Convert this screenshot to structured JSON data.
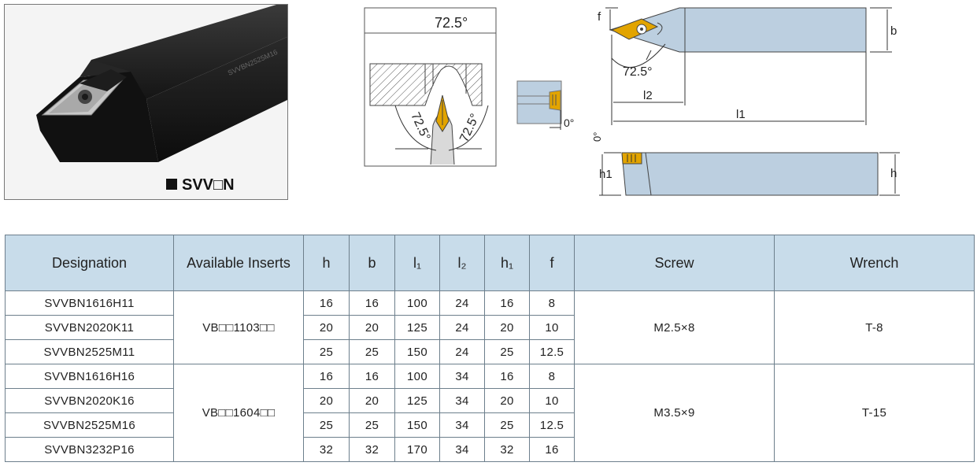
{
  "photo": {
    "caption": "SVV□N"
  },
  "diagrams": {
    "clamp_angle_label": "72.5°",
    "side_angle_left": "72.5°",
    "side_angle_right": "72.5°",
    "small_view_angle": "0°",
    "top_view": {
      "angle": "72.5°",
      "f": "f",
      "b": "b",
      "l2": "l2",
      "l1": "l1"
    },
    "side_view": {
      "angle": "0°",
      "h1": "h1",
      "h": "h"
    },
    "colors": {
      "tool_body": "#bccfe0",
      "insert": "#e2a400",
      "hatch": "#555555"
    }
  },
  "table": {
    "headers": [
      "Designation",
      "Available Inserts",
      "h",
      "b",
      "l₁",
      "l₂",
      "h₁",
      "f",
      "Screw",
      "Wrench"
    ],
    "groups": [
      {
        "insert": "VB□□1103□□",
        "screw": "M2.5×8",
        "wrench": "T-8",
        "rows": [
          [
            "SVVBN1616H11",
            "16",
            "16",
            "100",
            "24",
            "16",
            "8"
          ],
          [
            "SVVBN2020K11",
            "20",
            "20",
            "125",
            "24",
            "20",
            "10"
          ],
          [
            "SVVBN2525M11",
            "25",
            "25",
            "150",
            "24",
            "25",
            "12.5"
          ]
        ]
      },
      {
        "insert": "VB□□1604□□",
        "screw": "M3.5×9",
        "wrench": "T-15",
        "rows": [
          [
            "SVVBN1616H16",
            "16",
            "16",
            "100",
            "34",
            "16",
            "8"
          ],
          [
            "SVVBN2020K16",
            "20",
            "20",
            "125",
            "34",
            "20",
            "10"
          ],
          [
            "SVVBN2525M16",
            "25",
            "25",
            "150",
            "34",
            "25",
            "12.5"
          ],
          [
            "SVVBN3232P16",
            "32",
            "32",
            "170",
            "34",
            "32",
            "16"
          ]
        ]
      }
    ],
    "header_color": "#c8dcea"
  }
}
